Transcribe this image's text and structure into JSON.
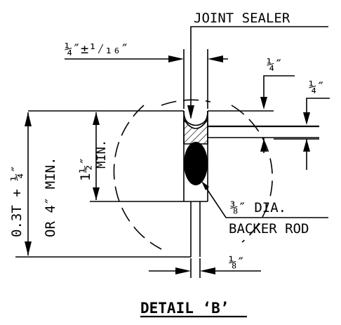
{
  "joint_sealer": "JOINT SEALER",
  "gap_width": "¼″±¹⁄₁₆″",
  "top_quarter": "¼″",
  "side_quarter": "¼″",
  "depth_label": "1½″",
  "depth_min": "MIN.",
  "slab_label_line1": "0.3T + ¼″",
  "slab_label_line2": "OR 4″ MIN.",
  "backer_line1": "⅜″ DIA.",
  "backer_line2": "BACKER ROD",
  "bottom_eighth": "⅛″",
  "title": "DETAIL ‘B’"
}
